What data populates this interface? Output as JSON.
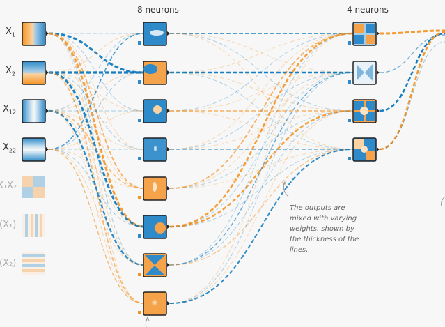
{
  "layers": [
    {
      "title": "8 neurons"
    },
    {
      "title": "4 neurons"
    }
  ],
  "inputs": [
    {
      "label": "X",
      "sub": "1",
      "active": true
    },
    {
      "label": "X",
      "sub": "2",
      "active": true
    },
    {
      "label": "X",
      "sub": "12",
      "active": true
    },
    {
      "label": "X",
      "sub": "22",
      "active": true
    },
    {
      "label": "X₁X₂",
      "active": false
    },
    {
      "label": "(X₁)",
      "active": false
    },
    {
      "label": "(X₂)",
      "active": false
    }
  ],
  "callout": {
    "text": "The outputs are mixed with varying weights, shown by the thickness of the lines."
  },
  "colors": {
    "positive": "#f59322",
    "negative": "#0877bd",
    "neutral_bg": "#e8eaeb"
  }
}
